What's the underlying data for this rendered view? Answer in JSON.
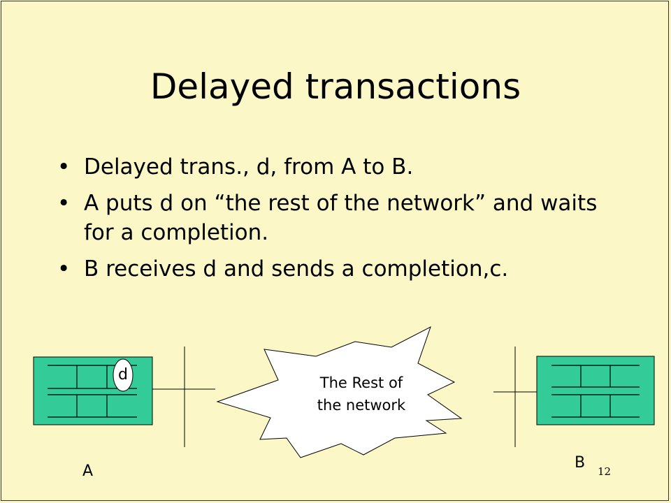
{
  "slide": {
    "title": "Delayed transactions",
    "bullets": [
      {
        "marker": "•",
        "text": "Delayed trans., d, from A to B."
      },
      {
        "marker": "•",
        "text": "A puts d on “the rest of the network” and waits for a completion."
      },
      {
        "marker": "•",
        "text": "B receives d and sends a completion,c."
      }
    ],
    "page_number": "12"
  },
  "diagram": {
    "transaction_label": "d",
    "cloud_label_line1": "The Rest of",
    "cloud_label_line2": "the network",
    "node_a_label": "A",
    "node_b_label": "B",
    "colors": {
      "background": "#fbf7c6",
      "device_fill": "#33cc99",
      "cloud_fill": "#ffffff",
      "chip_fill": "#ffffff",
      "line": "#000000"
    }
  }
}
